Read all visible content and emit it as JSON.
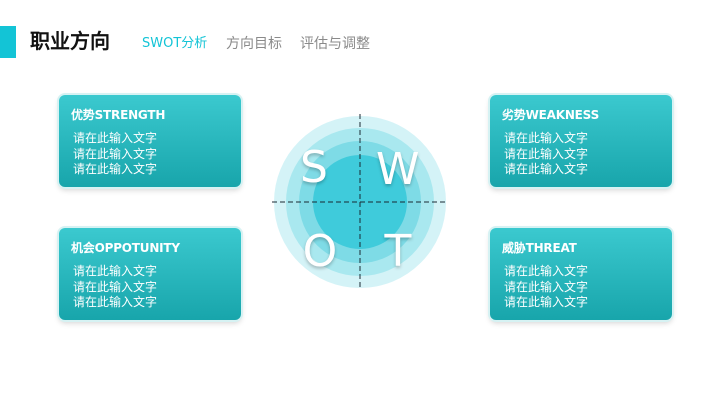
{
  "header": {
    "title": "职业方向",
    "nav": [
      "SWOT分析",
      "方向目标",
      "评估与调整"
    ]
  },
  "swot": {
    "letters": [
      "S",
      "W",
      "O",
      "T"
    ],
    "cards": [
      {
        "title": "优势STRENGTH",
        "lines": [
          "请在此输入文字",
          "请在此输入文字",
          "请在此输入文字"
        ]
      },
      {
        "title": "劣势WEAKNESS",
        "lines": [
          "请在此输入文字",
          "请在此输入文字",
          "请在此输入文字"
        ]
      },
      {
        "title": "机会OPPOTUNITY",
        "lines": [
          "请在此输入文字",
          "请在此输入文字",
          "请在此输入文字"
        ]
      },
      {
        "title": "威胁THREAT",
        "lines": [
          "请在此输入文字",
          "请在此输入文字",
          "请在此输入文字"
        ]
      }
    ]
  },
  "colors": {
    "accent": "#13c4d6",
    "card_top": "#3bc9cf",
    "card_bottom": "#18a5ab",
    "ring_outer": "#d4f3f7",
    "ring_2": "#a9e8ef",
    "ring_3": "#7edbe6",
    "ring_inner": "#3fcbdb",
    "nav_inactive": "#8a8a8a"
  }
}
